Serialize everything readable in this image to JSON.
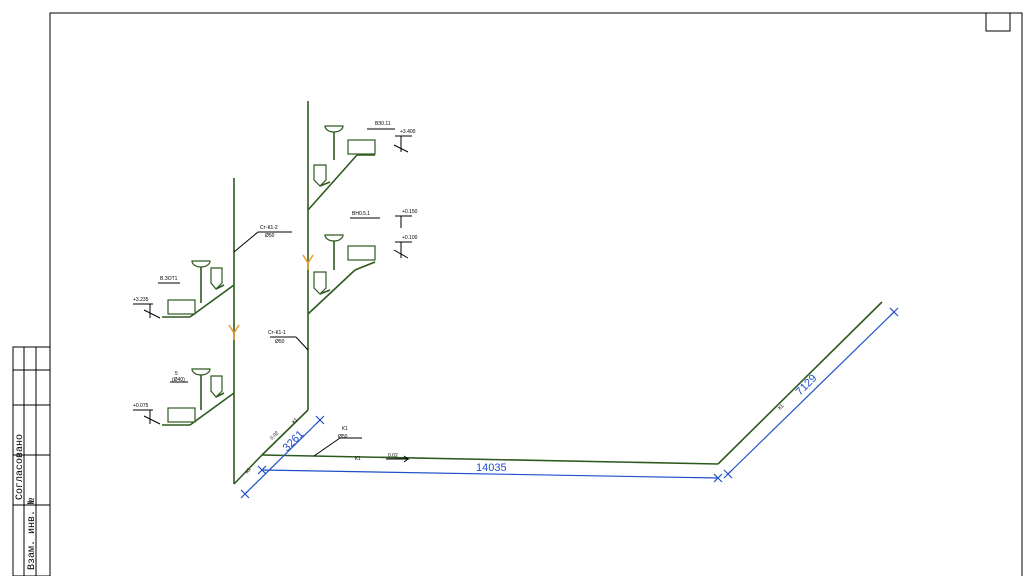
{
  "stamp": {
    "agreed": "Согласовано",
    "inv_no": "Взам. инв. №"
  },
  "risers": {
    "riser_left": {
      "label": "Ст-К1-2",
      "diameter": "Ø50"
    },
    "riser_right": {
      "label": "Ст-К1-1",
      "diameter": "Ø50"
    }
  },
  "fixtures": [
    {
      "label": "ВЗ0.11",
      "elevation": "+3.400"
    },
    {
      "label": "ВН0.5.1",
      "elevation": "+0.150"
    },
    {
      "label": "",
      "elevation": "+0.100"
    },
    {
      "label": "В.ЗОТ1",
      "elevation": "+3.235"
    },
    {
      "label": "5",
      "diameter": "(Ø40)"
    },
    {
      "label": "",
      "elevation": "+0.075"
    }
  ],
  "main_line": {
    "label": "К1",
    "diameter": "Ø50",
    "slope": "0.02",
    "slope_branch": "0.02",
    "tags": [
      "К1",
      "К1",
      "К1",
      "К1"
    ]
  },
  "dimensions": {
    "d1": "3261",
    "d2": "14035",
    "d3": "7129"
  },
  "colors": {
    "pipe": "#2d5a1e",
    "dimension": "#1e50c8",
    "cleanout": "#e8a030"
  }
}
